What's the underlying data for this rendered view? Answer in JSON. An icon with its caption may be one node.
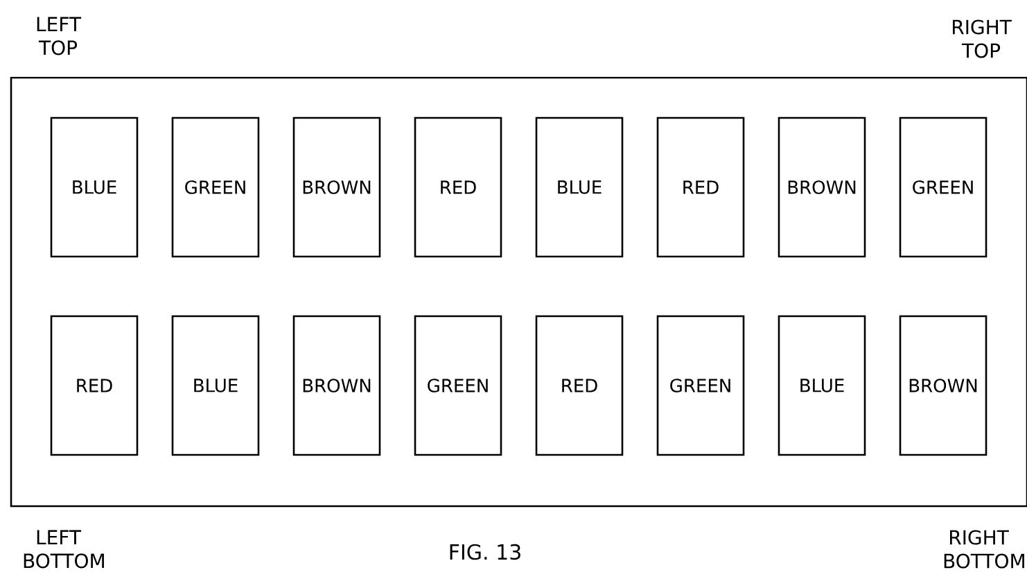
{
  "diagram": {
    "caption": "FIG. 13",
    "nodes": [
      {
        "text": [],
        "shape": "box"
      },
      {
        "text": [
          "BLUE"
        ],
        "in": 0
      },
      {
        "text": [
          "GREEN"
        ],
        "in": 0
      },
      {
        "text": [
          "BROWN"
        ],
        "in": 0
      },
      {
        "text": [
          "RED"
        ],
        "in": 0
      },
      {
        "text": [
          "BLUE"
        ],
        "in": 0
      },
      {
        "text": [
          "RED"
        ],
        "in": 0
      },
      {
        "text": [
          "BROWN"
        ],
        "in": 0
      },
      {
        "text": [
          "GREEN"
        ],
        "in": 0
      },
      {
        "text": [
          "RED"
        ],
        "in": 0
      },
      {
        "text": [
          "BLUE"
        ],
        "in": 0
      },
      {
        "text": [
          "BROWN"
        ],
        "in": 0
      },
      {
        "text": [
          "GREEN"
        ],
        "in": 0
      },
      {
        "text": [
          "RED"
        ],
        "in": 0
      },
      {
        "text": [
          "GREEN"
        ],
        "in": 0
      },
      {
        "text": [
          "BLUE"
        ],
        "in": 0
      },
      {
        "text": [
          "BROWN"
        ],
        "in": 0
      }
    ],
    "labels": [
      "LEFT TOP",
      "RIGHT TOP",
      "LEFT BOTTOM",
      "RIGHT BOTTOM"
    ]
  }
}
